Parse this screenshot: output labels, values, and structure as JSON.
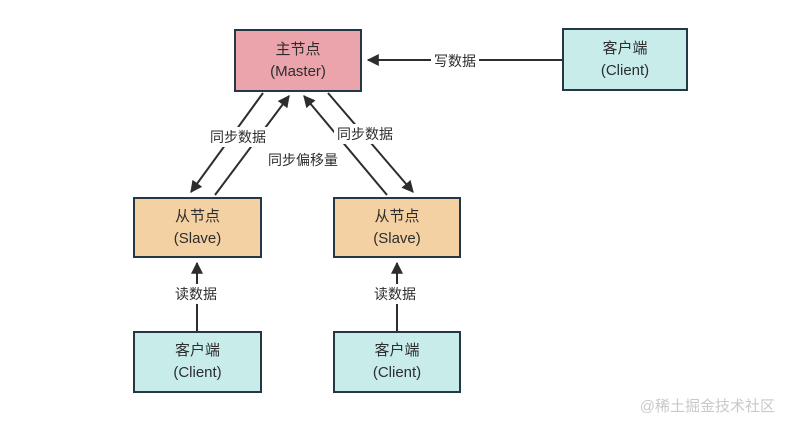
{
  "nodes": {
    "master": {
      "title": "主节点",
      "subtitle": "(Master)"
    },
    "client_top_right": {
      "title": "客户端",
      "subtitle": "(Client)"
    },
    "slave_left": {
      "title": "从节点",
      "subtitle": "(Slave)"
    },
    "slave_right": {
      "title": "从节点",
      "subtitle": "(Slave)"
    },
    "client_bottom_left": {
      "title": "客户端",
      "subtitle": "(Client)"
    },
    "client_bottom_middle": {
      "title": "客户端",
      "subtitle": "(Client)"
    }
  },
  "edges": {
    "write_label": "写数据",
    "sync_data_left_label": "同步数据",
    "sync_data_right_label": "同步数据",
    "sync_offset_label": "同步偏移量",
    "read_left_label": "读数据",
    "read_right_label": "读数据"
  },
  "colors": {
    "master_fill": "#ECA4AC",
    "slave_fill": "#F4D1A2",
    "client_fill": "#C7ECEA",
    "node_border": "#233744",
    "arrow": "#2D2D2D",
    "watermark_text": "#C9C9C9"
  },
  "watermark": "@稀土掘金技术社区"
}
